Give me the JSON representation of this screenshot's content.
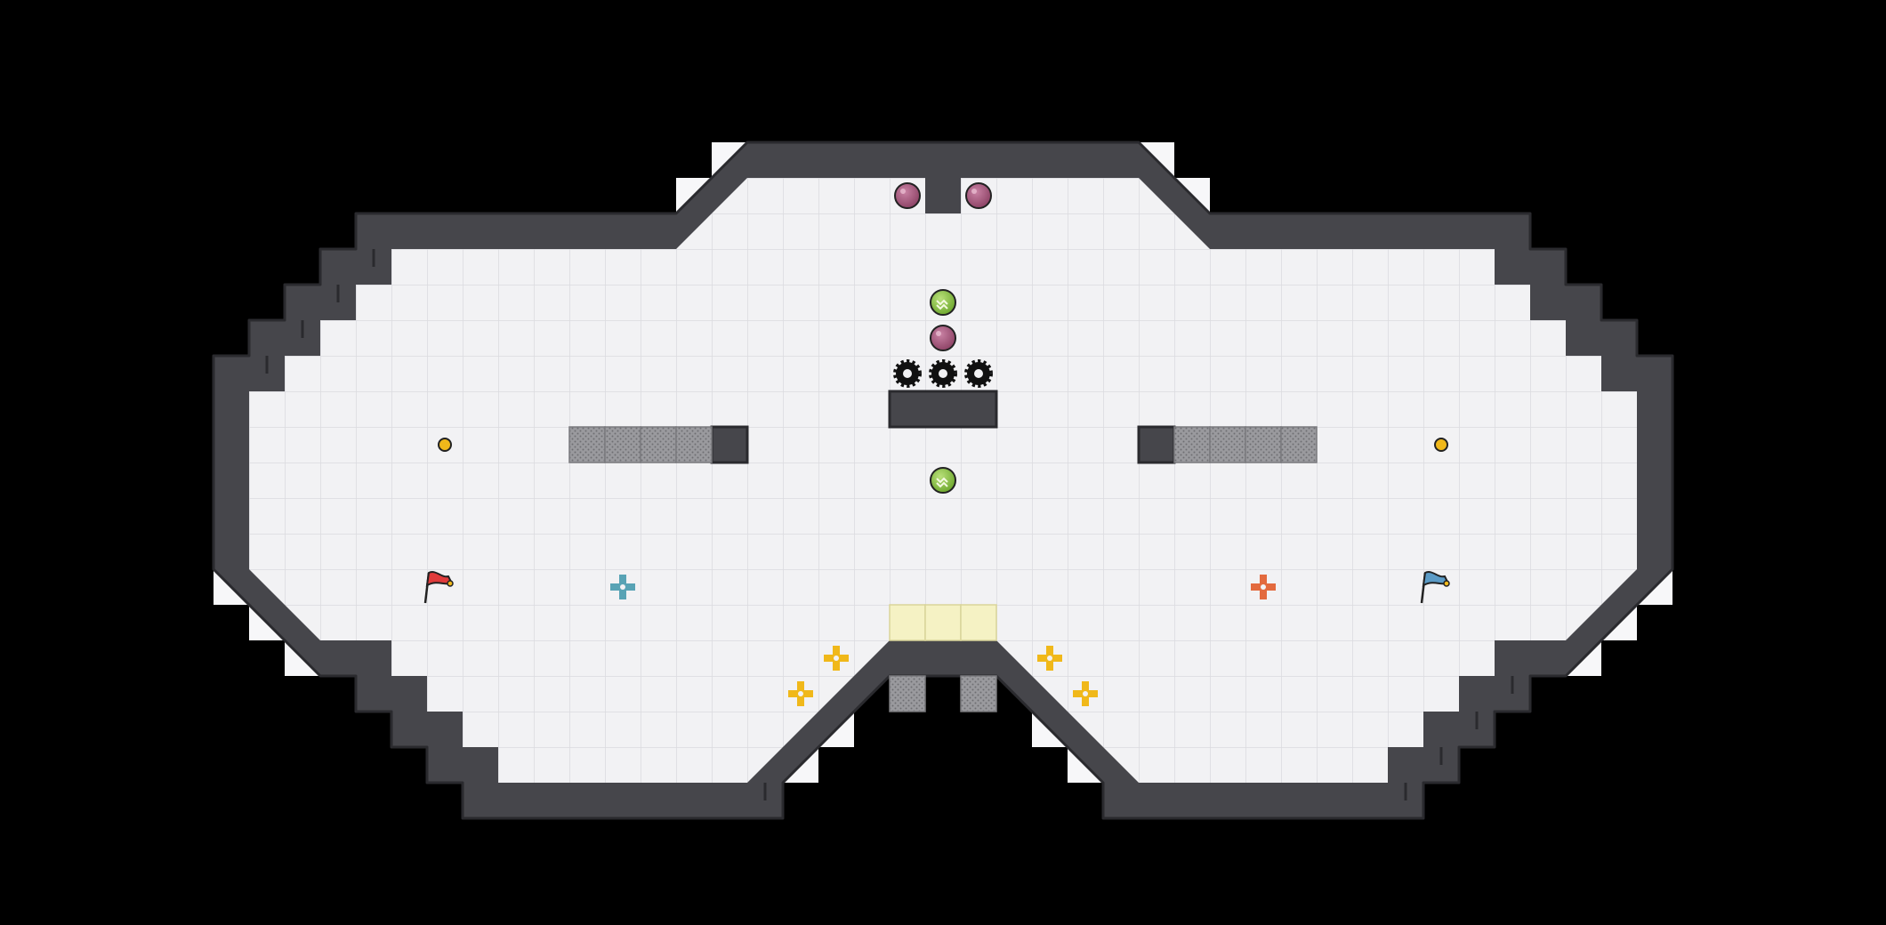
{
  "map": {
    "colors": {
      "background": "#000000",
      "floor": "#f2f2f4",
      "grid": "#dadadf",
      "wall": "#46464b",
      "wall_outline": "#2a2a2e",
      "edge_fill": "#f7f7f9",
      "gate": "#f5f2c4",
      "gravel": "#8c8c90",
      "bomb": "#a8567a",
      "boost": "#8cc63f",
      "spike": "#111111",
      "token": "#f0b81a",
      "red_flag": "#e03b3b",
      "blue_flag": "#5b9bc6",
      "red_pad": "#e36a3e",
      "blue_pad": "#58a3b5",
      "neutral_pad": "#f0b81a"
    },
    "entities": [
      {
        "kind": "bomb",
        "name": "bomb-top-left"
      },
      {
        "kind": "bomb",
        "name": "bomb-top-right"
      },
      {
        "kind": "boost",
        "name": "boost-upper"
      },
      {
        "kind": "bomb",
        "name": "bomb-center"
      },
      {
        "kind": "spike",
        "name": "spike-left"
      },
      {
        "kind": "spike",
        "name": "spike-middle"
      },
      {
        "kind": "spike",
        "name": "spike-right"
      },
      {
        "kind": "boost",
        "name": "boost-lower"
      },
      {
        "kind": "token",
        "name": "token-left"
      },
      {
        "kind": "token",
        "name": "token-right"
      },
      {
        "kind": "red-flag",
        "name": "red-flag"
      },
      {
        "kind": "blue-flag",
        "name": "blue-flag"
      },
      {
        "kind": "blue-pad",
        "name": "blue-team-pad"
      },
      {
        "kind": "red-pad",
        "name": "red-team-pad"
      },
      {
        "kind": "neutral-pad",
        "name": "neutral-pad-1"
      },
      {
        "kind": "neutral-pad",
        "name": "neutral-pad-2"
      },
      {
        "kind": "neutral-pad",
        "name": "neutral-pad-3"
      },
      {
        "kind": "neutral-pad",
        "name": "neutral-pad-4"
      }
    ]
  }
}
